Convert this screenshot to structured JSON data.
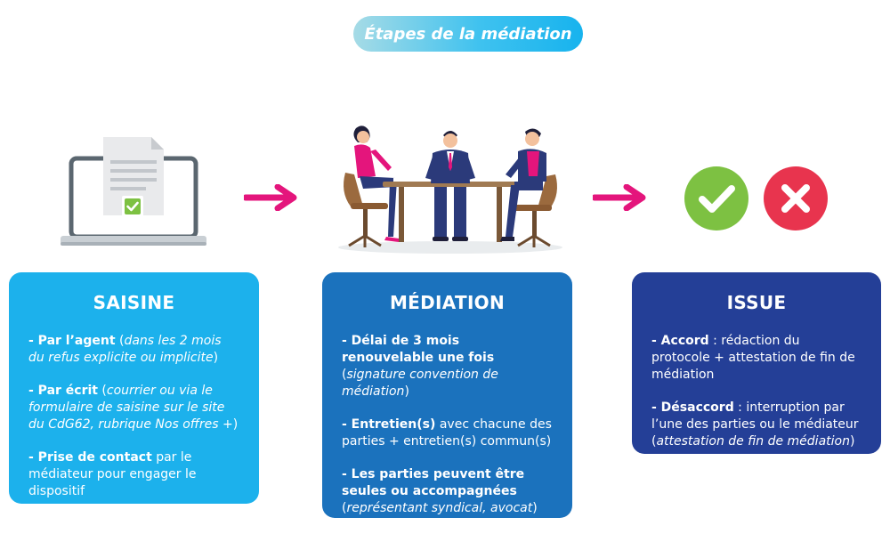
{
  "title": "Étapes de la médiation",
  "colors": {
    "pill_gradient_start": "#a6dbe6",
    "pill_gradient_end": "#17b3ee",
    "saisine_bg": "#1cb1ec",
    "mediation_bg": "#1b72bd",
    "issue_bg": "#243f97",
    "arrow": "#e4157c",
    "check_green": "#7dc142",
    "cross_red": "#e8344e"
  },
  "illustrations": {
    "saisine": "laptop-document-check-icon",
    "mediation": "meeting-table-three-people",
    "issue": [
      "check-circle-icon",
      "cross-circle-icon"
    ],
    "arrow": "arrow-right-icon"
  },
  "cards": {
    "saisine": {
      "title": "SAISINE",
      "items": [
        {
          "lead": "- Par l’agent",
          "rest": " (",
          "italic": "dans les 2 mois du refus explicite ou implicite",
          "end": ")"
        },
        {
          "lead": "- Par écrit",
          "rest": " (",
          "italic": "courrier ou via le formulaire de saisine sur le site du CdG62, rubrique Nos offres +",
          "end": ")"
        },
        {
          "lead": "- Prise de contact",
          "rest": " par le médiateur pour engager le dispositif",
          "italic": "",
          "end": ""
        }
      ]
    },
    "mediation": {
      "title": "MÉDIATION",
      "items": [
        {
          "lead": "- Délai de 3 mois renouvelable une fois",
          "rest": " (",
          "italic": "signature convention de médiation",
          "end": ")"
        },
        {
          "lead": "- Entretien(s)",
          "rest": " avec chacune des parties + entretien(s) commun(s)",
          "italic": "",
          "end": ""
        },
        {
          "lead": "- Les parties peuvent être seules ou accompagnées",
          "rest": " (",
          "italic": "représentant syndical, avocat",
          "end": ")"
        }
      ]
    },
    "issue": {
      "title": "ISSUE",
      "items": [
        {
          "lead": "- Accord",
          "rest": " : rédaction du protocole + attestation de fin de médiation",
          "italic": "",
          "end": ""
        },
        {
          "lead": "- Désaccord",
          "rest": " : interruption par l’une des parties ou le médiateur (",
          "italic": "attestation de fin de médiation",
          "end": ")"
        }
      ]
    }
  }
}
